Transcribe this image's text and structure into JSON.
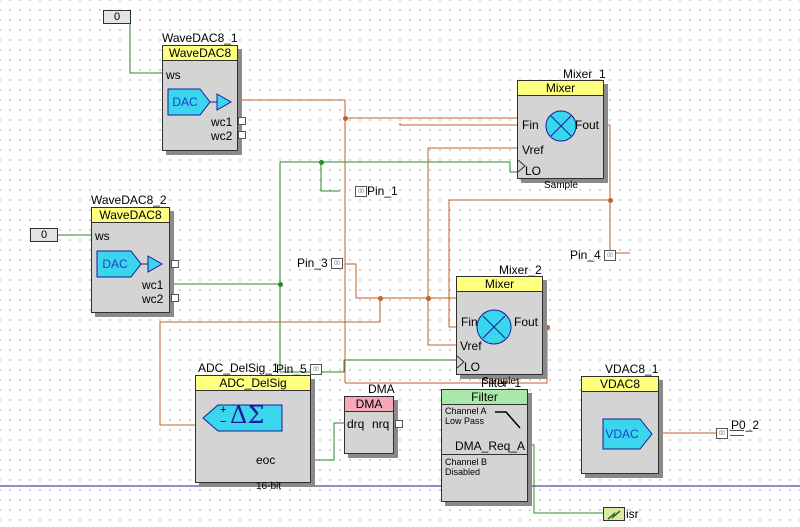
{
  "constants": {
    "const_top": "0",
    "const_mid": "0"
  },
  "wavedac1": {
    "instance": "WaveDAC8_1",
    "type": "WaveDAC8",
    "ws": "ws",
    "dac": "DAC",
    "wc1": "wc1",
    "wc2": "wc2"
  },
  "wavedac2": {
    "instance": "WaveDAC8_2",
    "type": "WaveDAC8",
    "ws": "ws",
    "dac": "DAC",
    "wc1": "wc1",
    "wc2": "wc2"
  },
  "mixer1": {
    "instance": "Mixer_1",
    "type": "Mixer",
    "fin": "Fin",
    "fout": "Fout",
    "vref": "Vref",
    "lo": "LO",
    "sub": "Sample"
  },
  "mixer2": {
    "instance": "Mixer_2",
    "type": "Mixer",
    "fin": "Fin",
    "fout": "Fout",
    "vref": "Vref",
    "lo": "LO",
    "sub": "Sample"
  },
  "pins": {
    "pin1": "Pin_1",
    "pin3": "Pin_3",
    "pin4": "Pin_4",
    "pin5": "Pin_5",
    "p0_2": "P0_2",
    "isr": "isr"
  },
  "adc": {
    "instance": "ADC_DelSig_1",
    "type": "ADC_DelSig",
    "symbol": "ΔΣ",
    "plus": "+",
    "minus": "−",
    "eoc": "eoc",
    "bits": "16-bit"
  },
  "dma": {
    "instance": "DMA",
    "type": "DMA",
    "drq": "drq",
    "nrq": "nrq"
  },
  "filter": {
    "instance": "Filter_1",
    "type": "Filter",
    "ch_a_1": "Channel A",
    "ch_a_2": "Low Pass",
    "dma_req": "DMA_Req_A",
    "ch_b_1": "Channel B",
    "ch_b_2": "Disabled"
  },
  "vdac": {
    "instance": "VDAC8_1",
    "type": "VDAC8",
    "shape": "VDAC"
  },
  "colors": {
    "analog_wire": "#c0622a",
    "digital_wire": "#2a8a2a",
    "signal_blue": "#1a1a9a",
    "shape_cyan": "#3ad6ee",
    "header_yellow": "#ffff80"
  }
}
